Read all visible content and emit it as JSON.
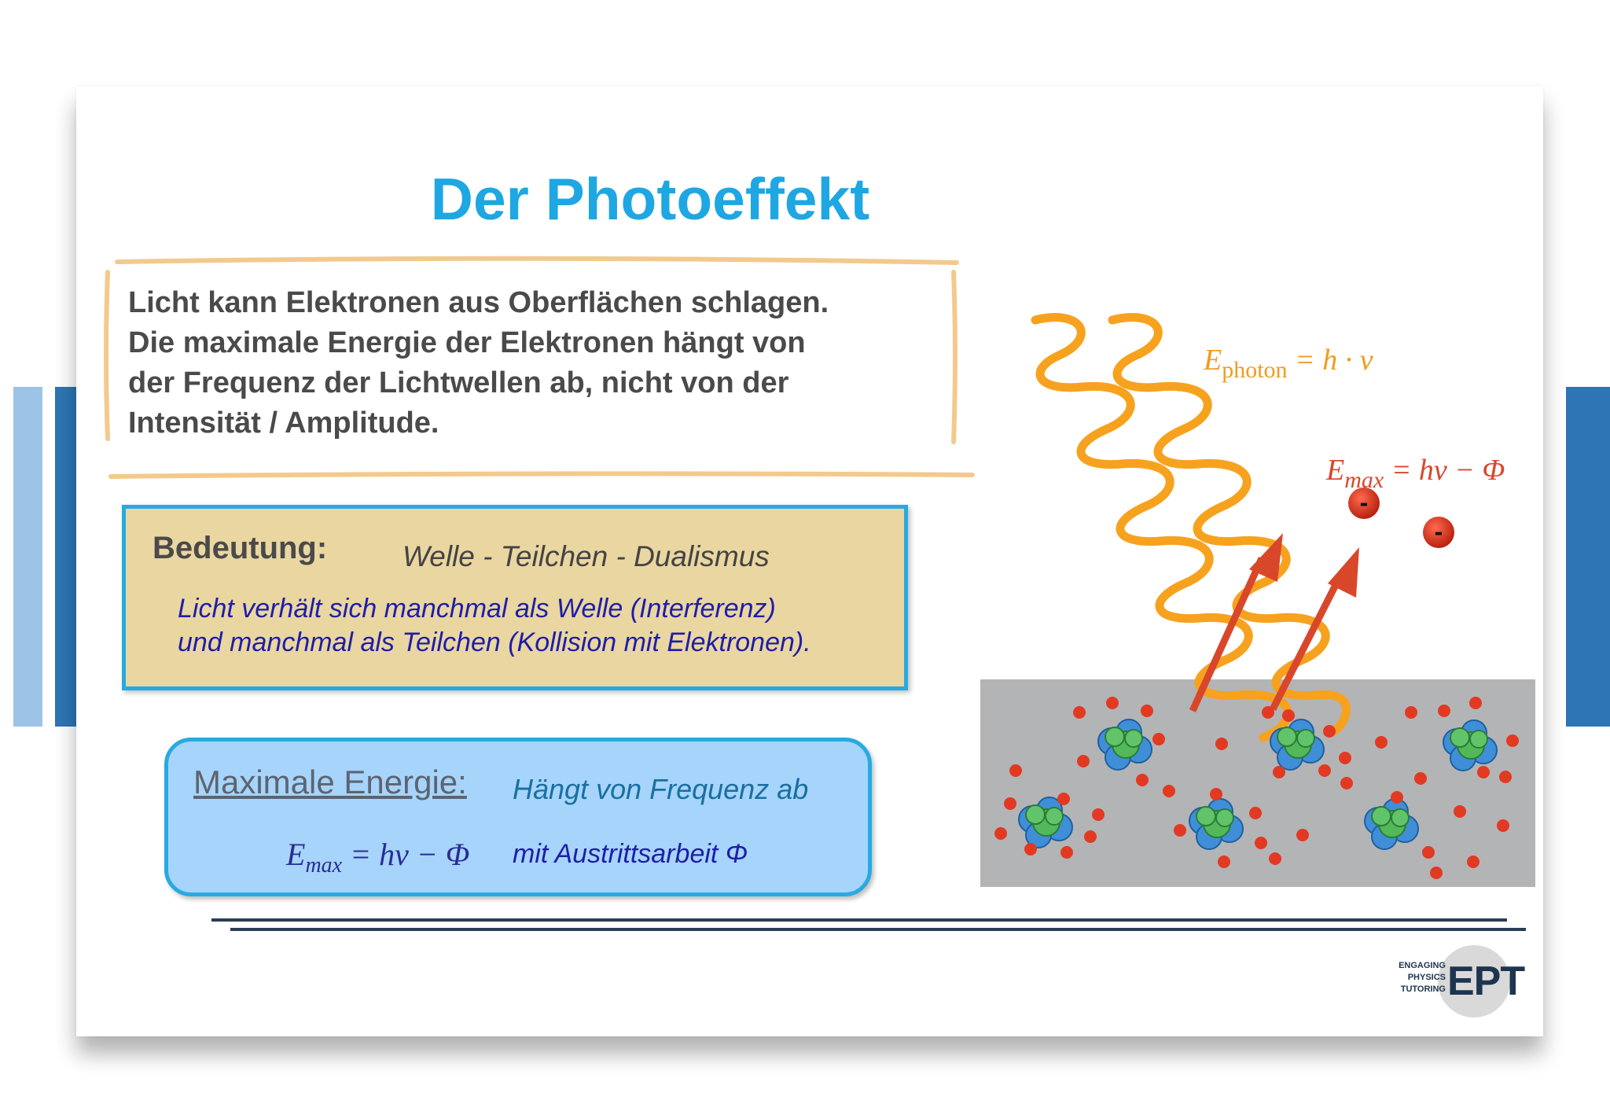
{
  "slide": {
    "title": "Der Photoeffekt",
    "intro_lines": [
      "Licht kann Elektronen aus Oberflächen schlagen.",
      "Die maximale Energie der Elektronen hängt von",
      "der Frequenz der Lichtwellen ab, nicht von der",
      "Intensität / Amplitude."
    ],
    "bedeutung": {
      "label": "Bedeutung:",
      "subtitle": "Welle - Teilchen - Dualismus",
      "lines": [
        "Licht verhält sich manchmal als Welle (Interferenz)",
        "und manchmal als Teilchen (Kollision mit Elektronen)."
      ]
    },
    "max_energie": {
      "label": "Maximale Energie:",
      "dependency": "Hängt von Frequenz ab",
      "formula_symbol": "E",
      "formula_subscript": "max",
      "formula_rhs": " = hν − Φ",
      "austritt": "mit Austrittsarbeit Φ"
    },
    "diagram": {
      "photon_eq_symbol": "E",
      "photon_eq_subscript": "photon",
      "photon_eq_rhs": " = h · ν",
      "emax_eq_symbol": "E",
      "emax_eq_subscript": "max",
      "emax_eq_rhs": " = hν − Φ",
      "electron_sign": "-"
    },
    "logo": {
      "small_lines": [
        "ENGAGING",
        "PHYSICS",
        "TUTORING"
      ],
      "big": "EPT"
    }
  },
  "colors": {
    "title": "#1ea7e2",
    "box_border": "#27aae1",
    "wave": "#f7a21e",
    "arrow": "#d9472b",
    "electron": "#e23a22",
    "surface": "#b3b4b6",
    "side_bar_dark": "#2e75b6",
    "side_bar_light": "#9dc3e6"
  }
}
